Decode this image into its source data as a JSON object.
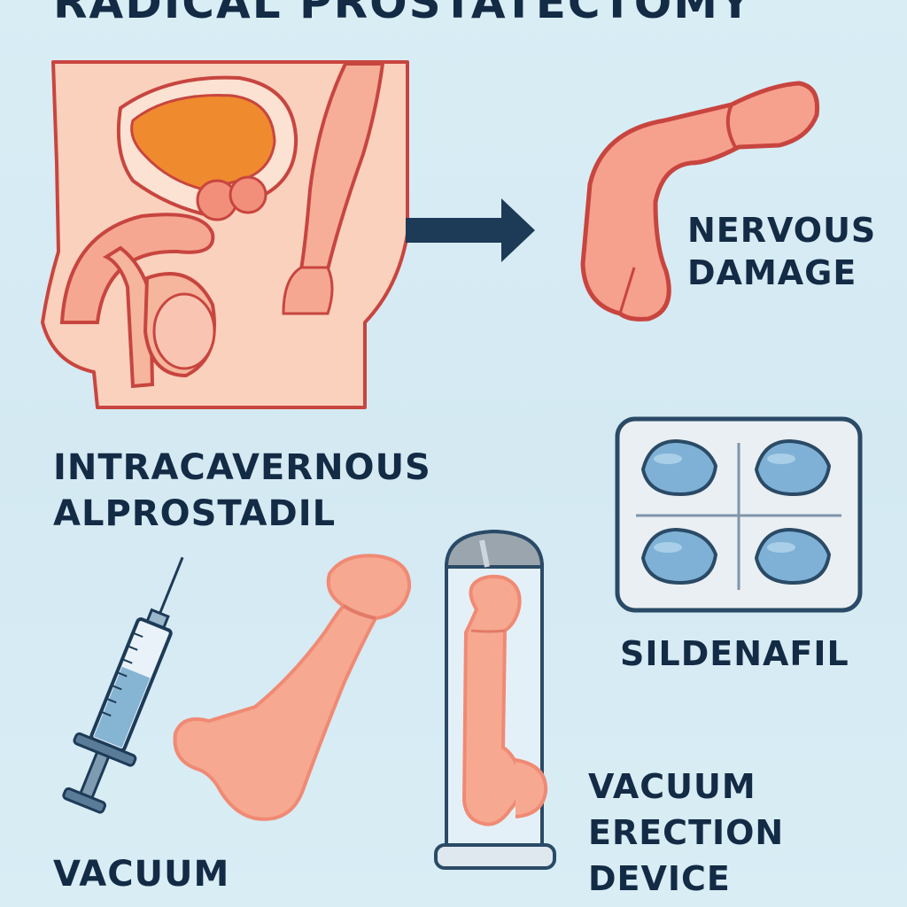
{
  "title": "RADICAL PROSTATECTOMY",
  "nervous_damage": {
    "line1": "NERVOUS",
    "line2": "DAMAGE"
  },
  "intracavernous": {
    "line1": "INTRACAVERNOUS",
    "line2": "ALPROSTADIL"
  },
  "sildenafil": "SILDENAFIL",
  "vacuum_device": {
    "line1": "VACUUM",
    "line2": "ERECTION",
    "line3": "DEVICE"
  },
  "vacuum": "VACUUM",
  "colors": {
    "background": "#d6ebf4",
    "text": "#132b45",
    "skin": "#f6b59d",
    "outline": "#c8453f",
    "bladder": "#f08a2e",
    "pill": "#7fb1d6",
    "arrow": "#1d3b57"
  },
  "icons": [
    "pelvis-anatomy-illustration",
    "arrow-right-icon",
    "penis-flaccid-illustration",
    "pill-blister-icon",
    "syringe-icon",
    "penis-erect-illustration",
    "vacuum-cylinder-icon"
  ]
}
